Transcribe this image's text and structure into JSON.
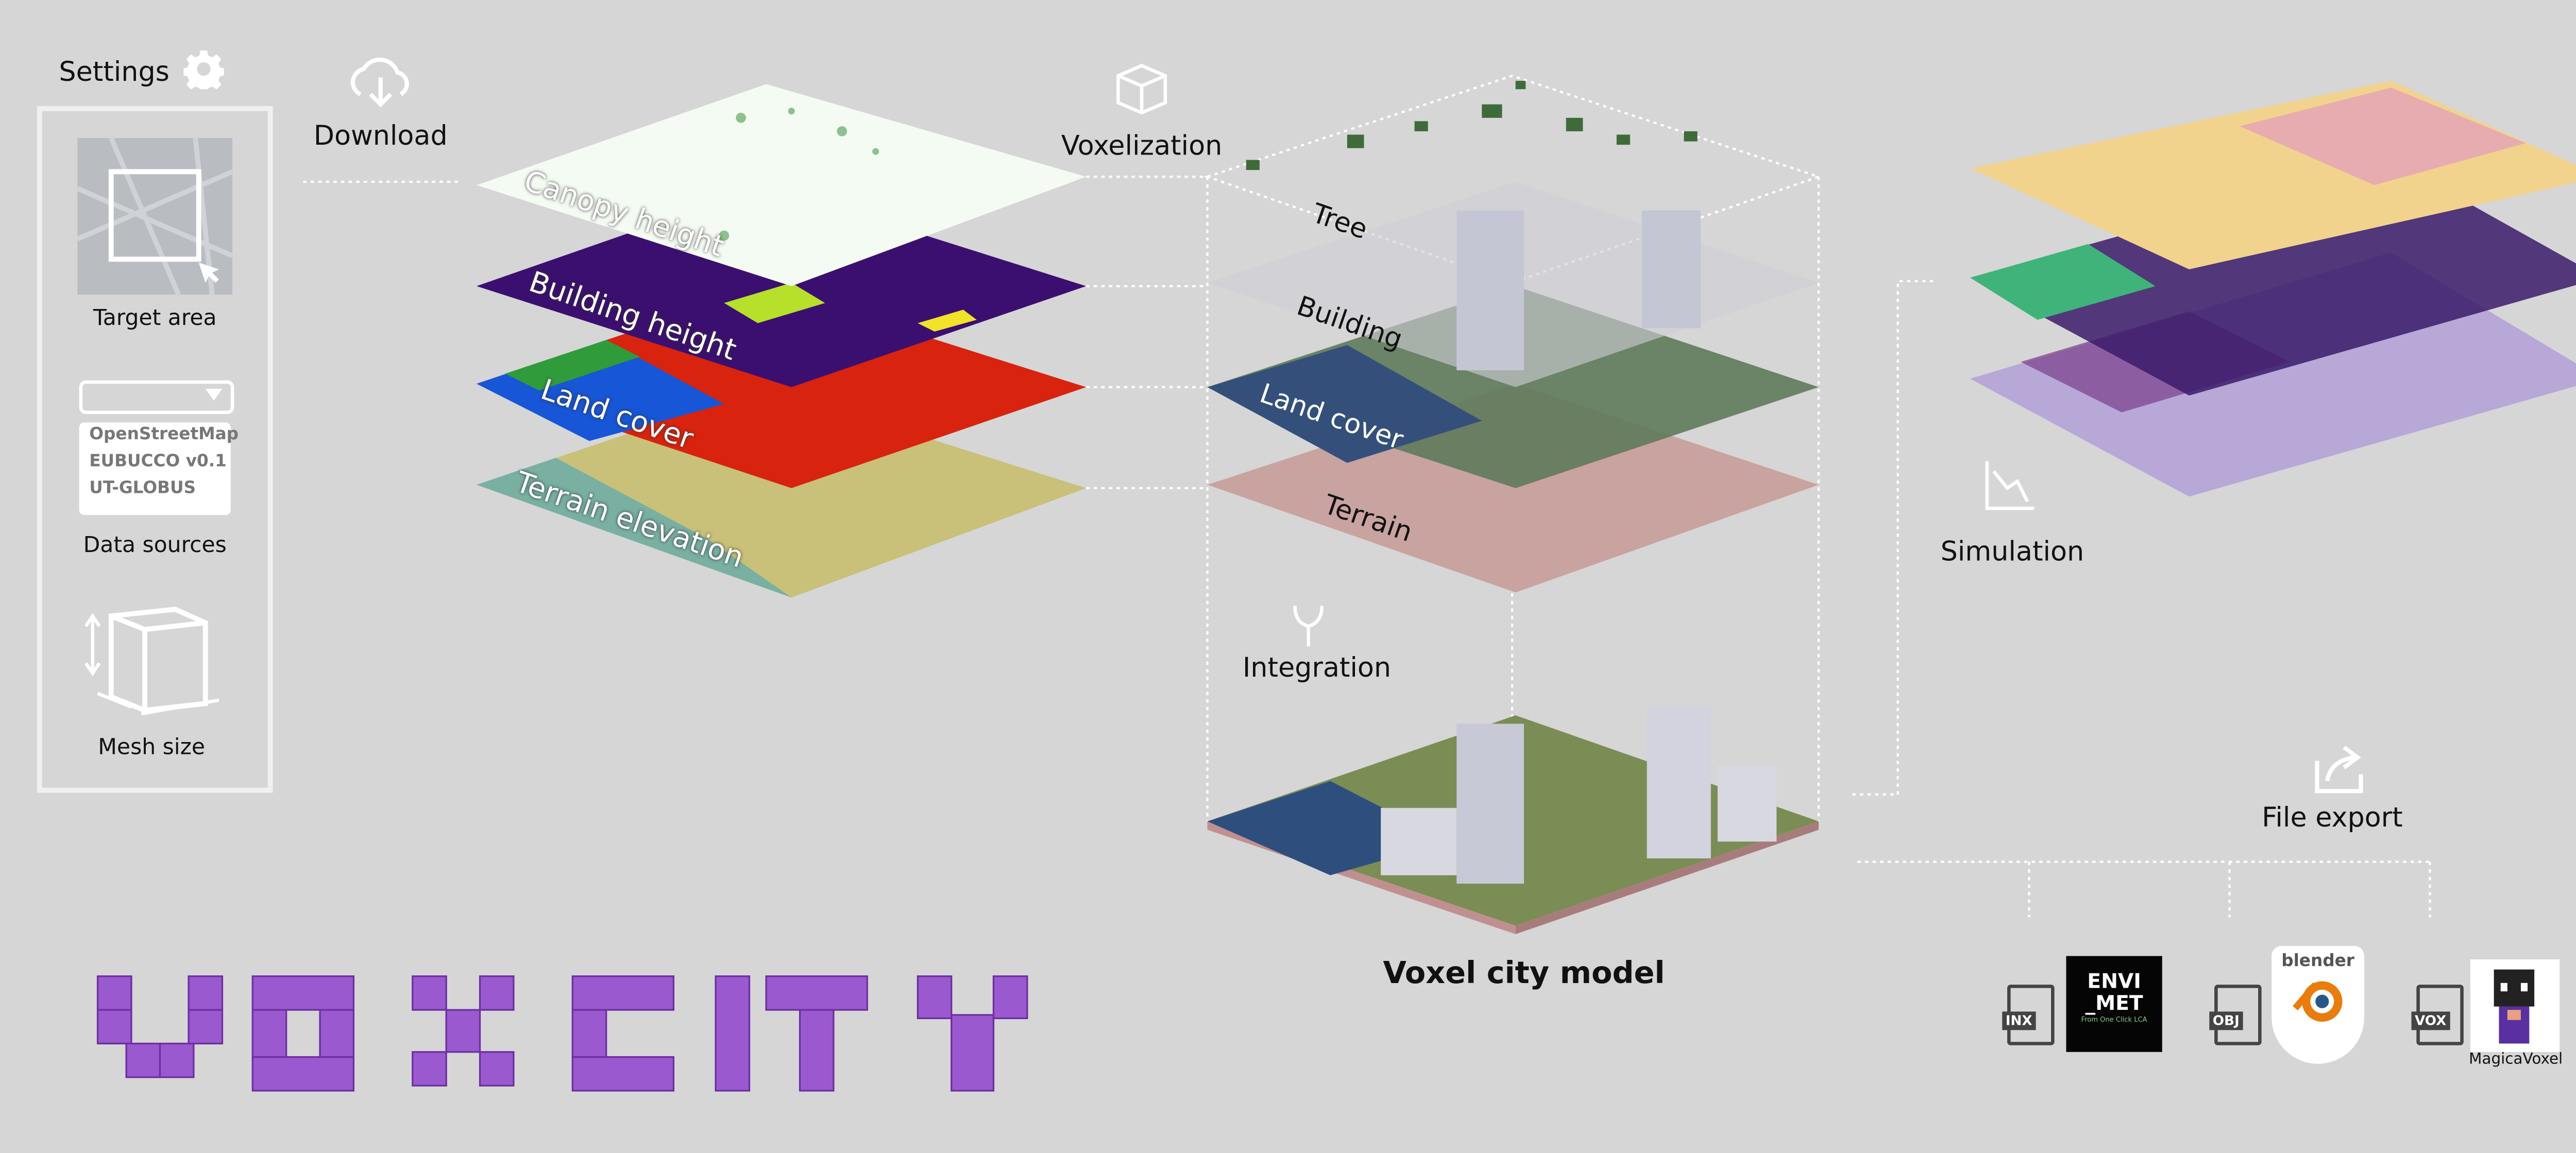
{
  "settings": {
    "title": "Settings",
    "icon": "gear-icon",
    "target_area_label": "Target area",
    "data_sources_label": "Data sources",
    "data_sources_options": [
      "OpenStreetMap",
      "EUBUCCO v0.1",
      "UT-GLOBUS"
    ],
    "mesh_size_label": "Mesh size"
  },
  "download": {
    "label": "Download",
    "icon": "cloud-download-icon",
    "layers": [
      "Canopy height",
      "Building height",
      "Land cover",
      "Terrain elevation"
    ]
  },
  "voxelization": {
    "label": "Voxelization",
    "icon": "cube-icon",
    "layers": [
      "Tree",
      "Building",
      "Land cover",
      "Terrain"
    ]
  },
  "integration": {
    "label": "Integration",
    "icon": "merge-icon"
  },
  "model": {
    "label": "Voxel city model"
  },
  "simulation": {
    "label": "Simulation",
    "icon": "chart-icon"
  },
  "file_export": {
    "label": "File export",
    "icon": "share-icon",
    "formats": [
      {
        "ext": "INX",
        "app": "ENVI_MET",
        "app_logo_text": "ENVI _MET",
        "app_sub": "From One Click LCA"
      },
      {
        "ext": "OBJ",
        "app": "blender",
        "app_logo_text": "blender"
      },
      {
        "ext": "VOX",
        "app": "MagicaVoxel",
        "app_logo_text": "MagicaVoxel"
      }
    ]
  },
  "logo": {
    "text": "VOXCITY",
    "color": "#9b59d0"
  },
  "colors": {
    "background": "#d6d6d6",
    "building_height": "#3b0f6f",
    "land_cover_red": "#d8230f",
    "terrain_voxel": "#c9a3a0"
  }
}
